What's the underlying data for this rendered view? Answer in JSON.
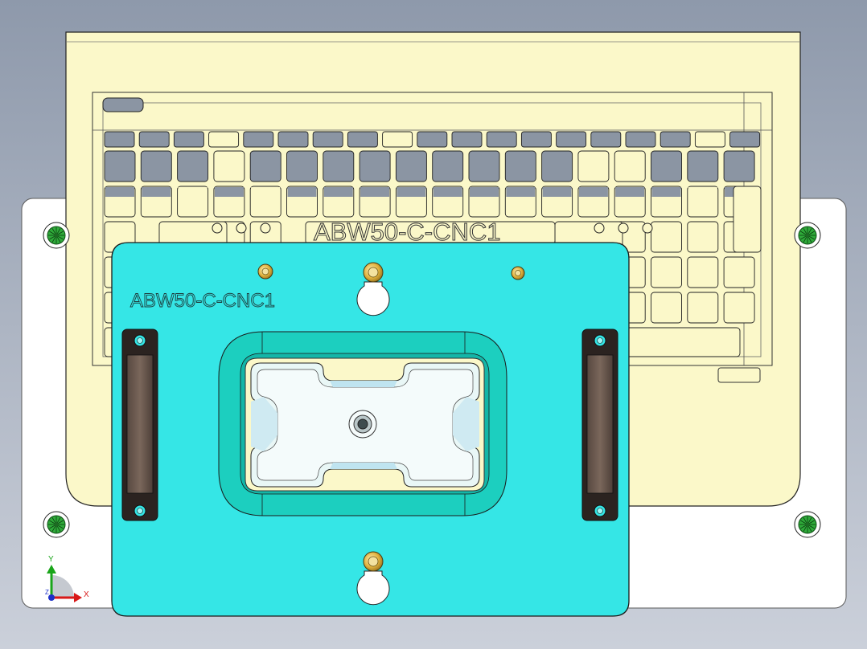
{
  "part": {
    "base_label": "ABW50-C-CNC1",
    "plate_label": "ABW50-C-CNC1"
  },
  "triad": {
    "x_label": "X",
    "y_label": "Y",
    "z_label": "Z"
  },
  "colors": {
    "background_top": "#8e99ab",
    "background_bottom": "#c9ced8",
    "laptop_body": "#fbf8c9",
    "keycap_gray": "#8b95a3",
    "fixture_plate": "#35e6e6",
    "pocket_rim": "#19cdbd",
    "handle": "#6e5c52",
    "outline": "#1a1a1a"
  },
  "icons": [
    "locating-pin-icon",
    "screw-head-icon",
    "axis-triad-icon"
  ]
}
